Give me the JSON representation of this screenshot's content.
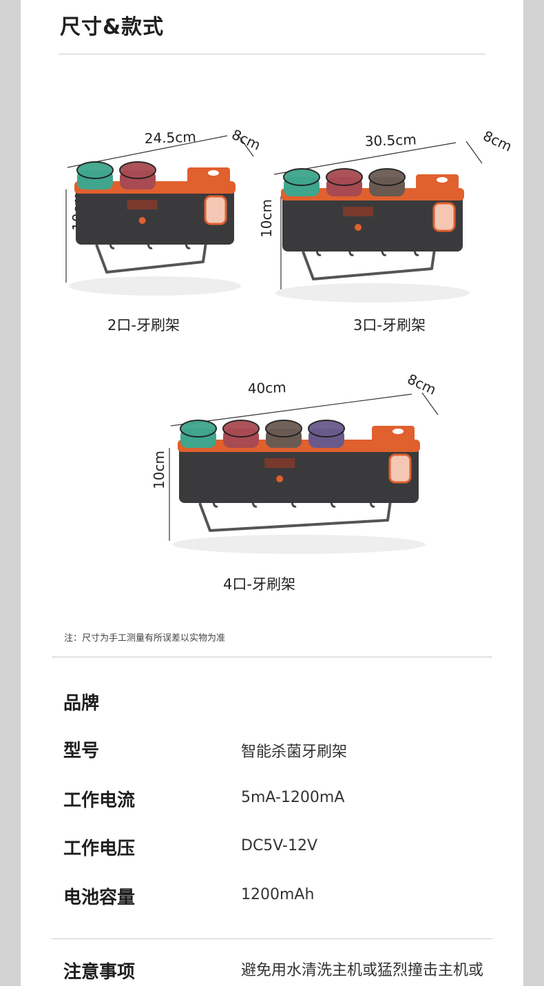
{
  "header": {
    "title": "尺寸&款式"
  },
  "products": [
    {
      "label": "2口-牙刷架",
      "width": "24.5cm",
      "depth": "8cm",
      "height": "10cm",
      "cups": 2
    },
    {
      "label": "3口-牙刷架",
      "width": "30.5cm",
      "depth": "8cm",
      "height": "10cm",
      "cups": 3
    },
    {
      "label": "4口-牙刷架",
      "width": "40cm",
      "depth": "8cm",
      "height": "10cm",
      "cups": 4
    }
  ],
  "note": "注：尺寸为手工测量有所误差以实物为准",
  "specs": [
    {
      "label": "品牌",
      "value": ""
    },
    {
      "label": "型号",
      "value": "智能杀菌牙刷架"
    },
    {
      "label": "工作电流",
      "value": "5mA-1200mA"
    },
    {
      "label": "工作电压",
      "value": "DC5V-12V"
    },
    {
      "label": "电池容量",
      "value": "1200mAh"
    },
    {
      "label": "注意事项",
      "value": "避免用水清洗主机或猛烈撞击主机或"
    }
  ],
  "colors": {
    "body": "#3a3a3c",
    "trim": "#e0602e",
    "cups": [
      "#3fa58c",
      "#a84a52",
      "#6a5a52",
      "#6a5a8c"
    ]
  }
}
